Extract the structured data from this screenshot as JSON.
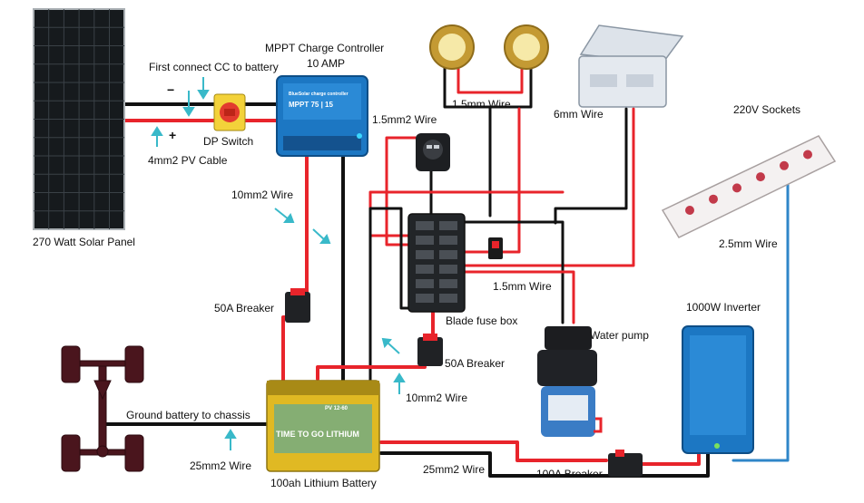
{
  "colors": {
    "positive_wire": "#e8242b",
    "negative_wire": "#111111",
    "ac_wire": "#2f86c8",
    "arrow": "#39b9c9",
    "panel": "#161a1d",
    "victron_blue": "#1c77c3",
    "battery_yellow": "#e0b923"
  },
  "labels": {
    "first_connect": "First connect CC to battery",
    "mppt_title_line1": "MPPT Charge Controller",
    "mppt_title_line2": "10 AMP",
    "wire_15mm_top": "1.5mm Wire",
    "wire_6mm": "6mm Wire",
    "sockets_220": "220V Sockets",
    "wire_15mm2": "1.5mm2 Wire",
    "dp_switch": "DP Switch",
    "pv_cable": "4mm2 PV Cable",
    "wire_10mm2_top": "10mm2 Wire",
    "solar_panel": "270 Watt Solar Panel",
    "wire_25mm": "2.5mm Wire",
    "wire_15mm_mid": "1.5mm Wire",
    "breaker_50a_left": "50A Breaker",
    "blade_fuse_box": "Blade fuse box",
    "inverter": "1000W Inverter",
    "water_pump": "Water pump",
    "breaker_50a_right": "50A Breaker",
    "wire_10mm2_bottom": "10mm2 Wire",
    "ground_battery": "Ground battery to chassis",
    "wire_25mm2_left": "25mm2 Wire",
    "wire_25mm2_right": "25mm2 Wire",
    "battery": "100ah Lithium Battery",
    "breaker_100a": "100A Breaker",
    "minus_sign": "−",
    "plus_sign": "+"
  },
  "device_text": {
    "mppt_brand": "BlueSolar charge controller",
    "mppt_model": "MPPT 75 | 15",
    "battery_brand": "TIME TO GO LITHIUM",
    "battery_model": "PV 12-60"
  },
  "icons": {
    "solar_panel": "solar-panel-icon",
    "dp_switch": "rotary-switch-icon",
    "charge_controller": "charge-controller-icon",
    "led_light": "led-light-icon",
    "fridge": "portable-fridge-icon",
    "socket_strip": "power-strip-icon",
    "usb_socket": "usb-socket-icon",
    "fuse_box": "fuse-box-icon",
    "rocker_switch": "rocker-switch-icon",
    "breaker": "circuit-breaker-icon",
    "battery": "battery-icon",
    "chassis": "vehicle-chassis-icon",
    "water_pump": "water-pump-icon",
    "inverter": "inverter-icon"
  }
}
